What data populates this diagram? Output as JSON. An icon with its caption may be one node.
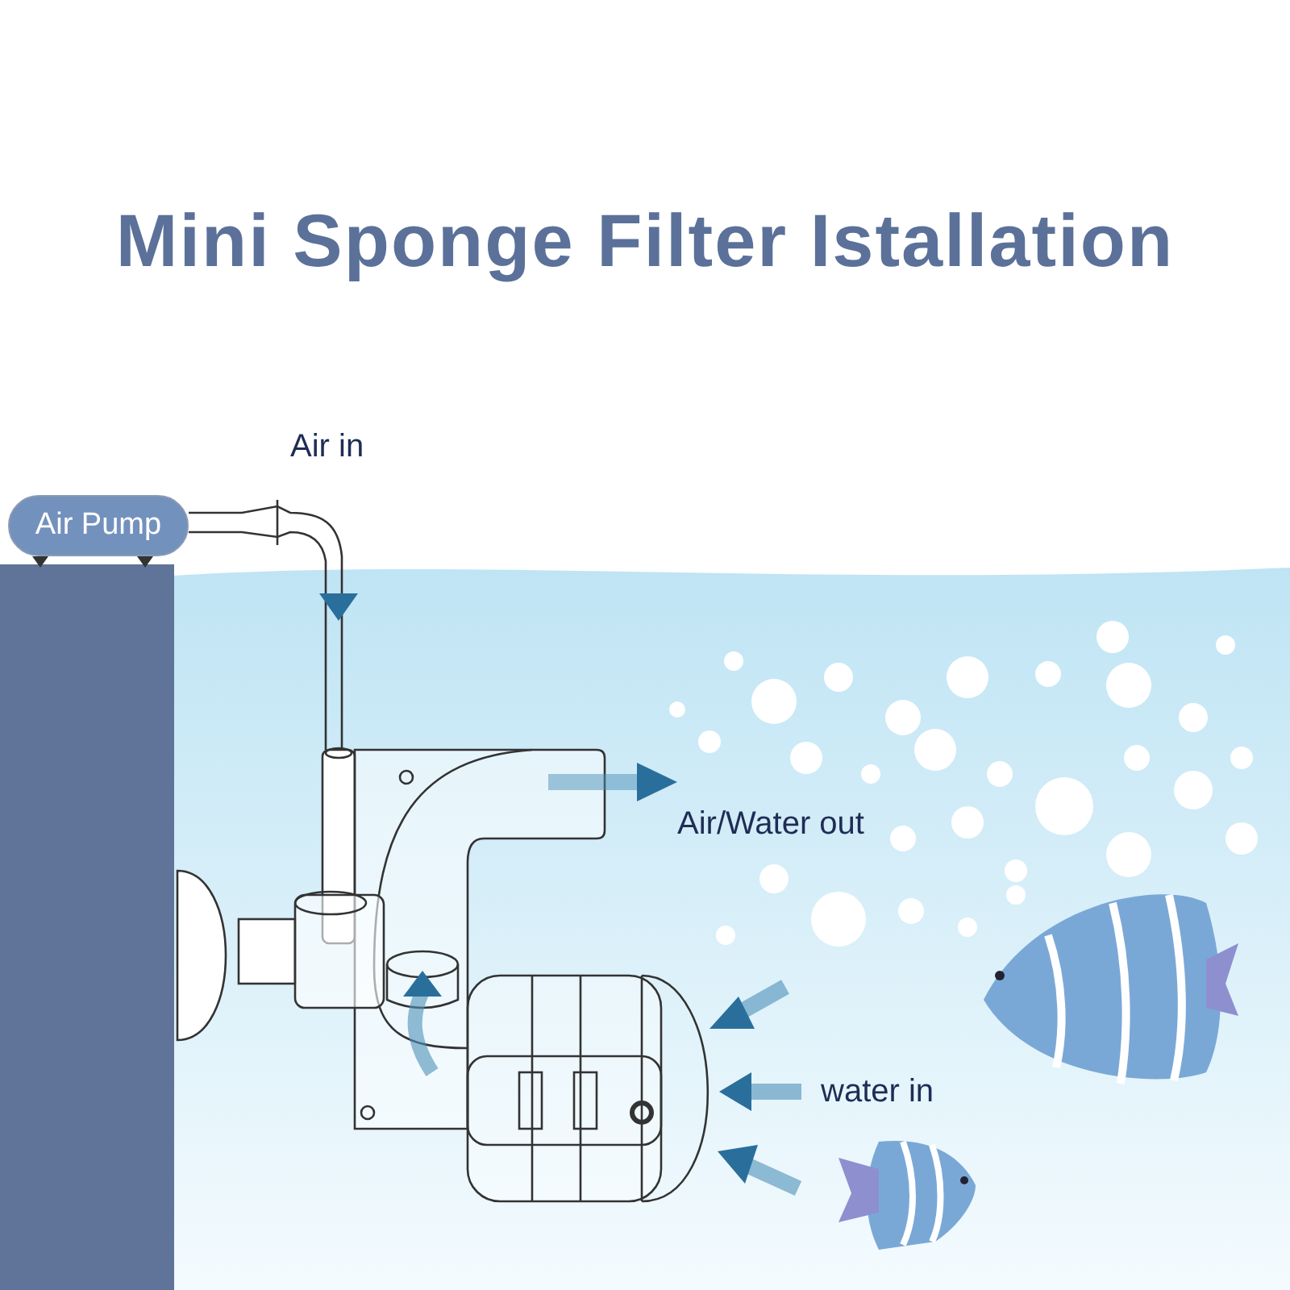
{
  "diagram": {
    "title": "Mini Sponge Filter Istallation",
    "nodes": [
      {
        "text": [
          "Air Pump"
        ]
      }
    ],
    "labels": [
      "Air in",
      "Air/Water out",
      "water in"
    ]
  }
}
